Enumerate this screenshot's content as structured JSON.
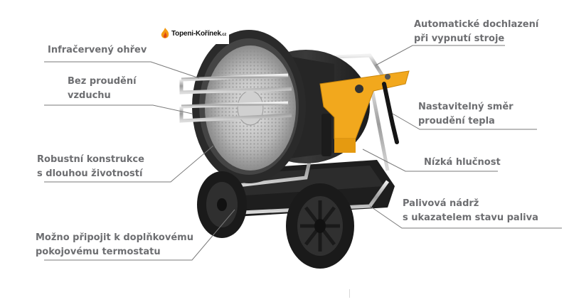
{
  "logo": {
    "brand_text": "Topeni-Kořínek",
    "tld_text": ".cz"
  },
  "features_left": [
    {
      "lines": [
        "Infračervený ohřev"
      ]
    },
    {
      "lines": [
        "Bez proudění",
        "vzduchu"
      ]
    },
    {
      "lines": [
        "Robustní konstrukce",
        "s dlouhou životností"
      ]
    },
    {
      "lines": [
        "Možno připojit k doplňkovému",
        "pokojovému termostatu"
      ]
    }
  ],
  "features_right": [
    {
      "lines": [
        "Automatické dochlazení",
        "při vypnutí stroje"
      ]
    },
    {
      "lines": [
        "Nastavitelný směr",
        "proudění tepla"
      ]
    },
    {
      "lines": [
        "Nízká hlučnost"
      ]
    },
    {
      "lines": [
        "Palivová nádrž",
        "s ukazatelem stavu paliva"
      ]
    }
  ],
  "colors": {
    "text": "#6d6e71",
    "frame_yellow": "#f2a81d",
    "body_dark": "#2b2b2b",
    "leader": "#7a7a7a"
  }
}
